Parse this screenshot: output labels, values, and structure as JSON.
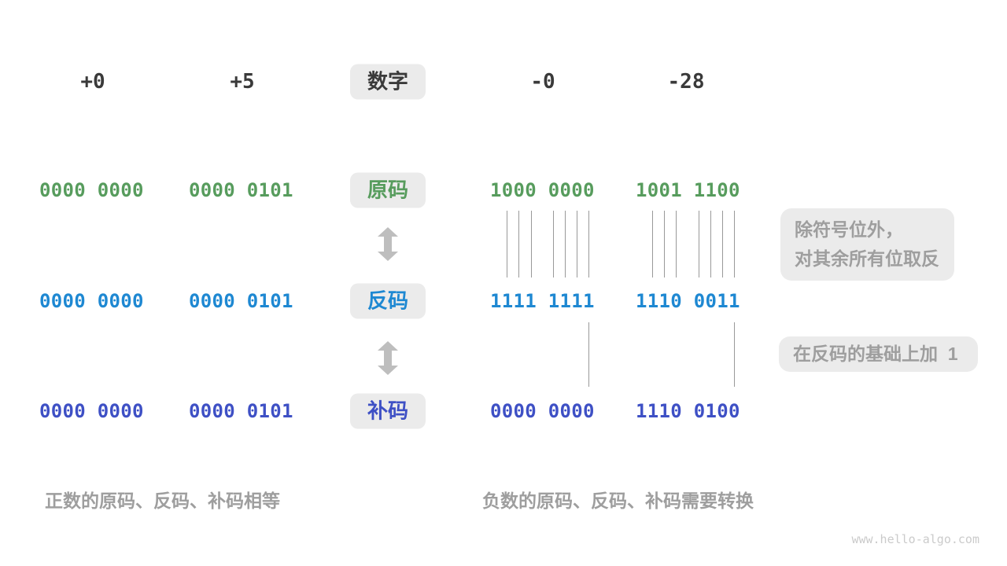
{
  "headers": {
    "col1": "+0",
    "col2": "+5",
    "label": "数字",
    "col3": "-0",
    "col4": "-28"
  },
  "rows": [
    {
      "name": "sign-magnitude",
      "label": "原码",
      "color": "#579C5D",
      "values": [
        "0000 0000",
        "0000 0101",
        "1000 0000",
        "1001 1100"
      ]
    },
    {
      "name": "ones-complement",
      "label": "反码",
      "color": "#1E88D2",
      "values": [
        "0000 0000",
        "0000 0101",
        "1111 1111",
        "1110 0011"
      ]
    },
    {
      "name": "twos-complement",
      "label": "补码",
      "color": "#3E50C5",
      "values": [
        "0000 0000",
        "0000 0101",
        "0000 0000",
        "1110 0100"
      ]
    }
  ],
  "annotations": {
    "flip_note_line1": "除符号位外，",
    "flip_note_line2": "对其余所有位取反",
    "add_one_note": "在反码的基础上加  1"
  },
  "captions": {
    "positive": "正数的原码、反码、补码相等",
    "negative": "负数的原码、反码、补码需要转换"
  },
  "icons": {
    "transform_arrow": "updown-arrow"
  },
  "colors": {
    "box_bg": "#EBEBEB",
    "dark_text": "#3A3A3A",
    "gray_text": "#9E9E9E",
    "tick_line": "#999999",
    "arrow": "#BEBEBE",
    "watermark_text": "#CBCBCB"
  },
  "watermark": "www.hello-algo.com"
}
